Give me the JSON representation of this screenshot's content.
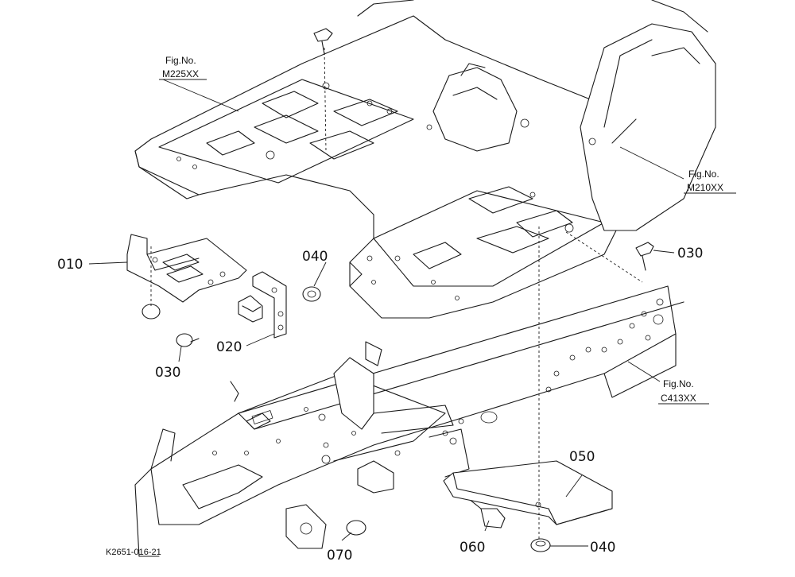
{
  "diagram": {
    "parts": [
      {
        "id": "p010",
        "label": "010"
      },
      {
        "id": "p020",
        "label": "020"
      },
      {
        "id": "p030a",
        "label": "030"
      },
      {
        "id": "p030b",
        "label": "030"
      },
      {
        "id": "p040a",
        "label": "040"
      },
      {
        "id": "p040b",
        "label": "040"
      },
      {
        "id": "p050",
        "label": "050"
      },
      {
        "id": "p060",
        "label": "060"
      },
      {
        "id": "p070",
        "label": "070"
      }
    ],
    "references": [
      {
        "id": "m225",
        "line1": "Fig.No.",
        "line2": "M225XX"
      },
      {
        "id": "m210",
        "line1": "Fig.No.",
        "line2": "M210XX"
      },
      {
        "id": "c413",
        "line1": "Fig.No.",
        "line2": "C413XX"
      }
    ],
    "drawing_code": "K2651-016-21"
  }
}
